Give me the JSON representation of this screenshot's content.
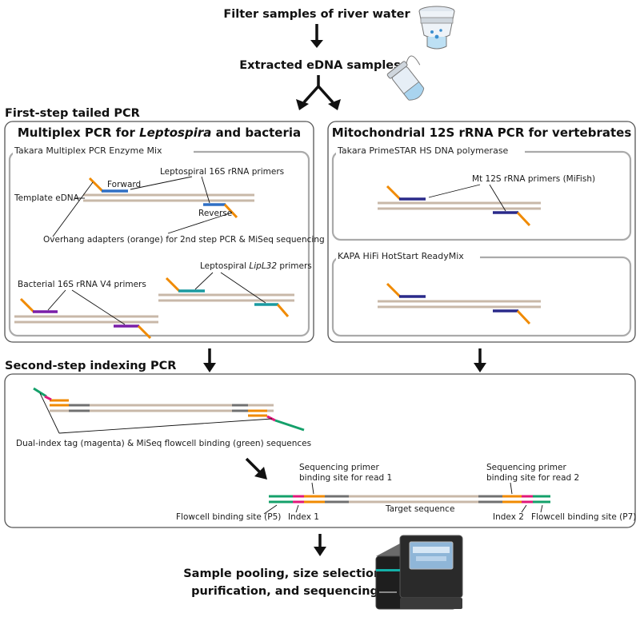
{
  "steps": {
    "filter": "Filter samples of river water",
    "extract": "Extracted eDNA samples",
    "final_line1": "Sample pooling, size selection,",
    "final_line2": "purification, and sequencing"
  },
  "sections": {
    "first_step": "First-step tailed PCR",
    "second_step": "Second-step indexing PCR"
  },
  "left_panel": {
    "title_prefix": "Multiplex PCR for ",
    "title_italic": "Leptospira",
    "title_suffix": " and bacteria",
    "enzyme": "Takara Multiplex PCR Enzyme Mix",
    "forward": "Forward",
    "reverse": "Reverse",
    "lepto_16s": "Leptospiral 16S rRNA primers",
    "template": "Template eDNA",
    "overhang": "Overhang adapters (orange) for 2nd step PCR & MiSeq sequencing",
    "lipl32_prefix": "Leptospiral ",
    "lipl32_italic": "LipL32",
    "lipl32_suffix": " primers",
    "bacterial": "Bacterial 16S rRNA V4 primers"
  },
  "right_panel": {
    "title": "Mitochondrial 12S rRNA PCR for vertebrates",
    "enzyme1": "Takara PrimeSTAR HS DNA polymerase",
    "mifish": "Mt 12S rRNA primers (MiFish)",
    "enzyme2": "KAPA HiFi HotStart ReadyMix"
  },
  "second_panel": {
    "dual_index": "Dual-index tag (magenta) & MiSeq flowcell binding (green) sequences",
    "seq_primer1_line1": "Sequencing primer",
    "seq_primer1_line2": "binding site for read 1",
    "seq_primer2_line1": "Sequencing primer",
    "seq_primer2_line2": "binding site for read 2",
    "flowcell_p5": "Flowcell binding site (P5)",
    "index1": "Index 1",
    "target": "Target sequence",
    "index2": "Index 2",
    "flowcell_p7": "Flowcell binding site (P7)"
  },
  "colors": {
    "orange": "#f08a00",
    "blue": "#2f6fc4",
    "navy": "#2a2a8a",
    "purple": "#7a1fa8",
    "teal": "#1a9aa0",
    "magenta": "#e0187a",
    "green": "#14a06a",
    "dna": "#c8b8a8",
    "grey": "#707070",
    "panel_border": "#555555",
    "inner_border": "#aaaaaa"
  },
  "icons": [
    "filter-funnel-icon",
    "sample-tube-icon",
    "sequencer-icon"
  ]
}
